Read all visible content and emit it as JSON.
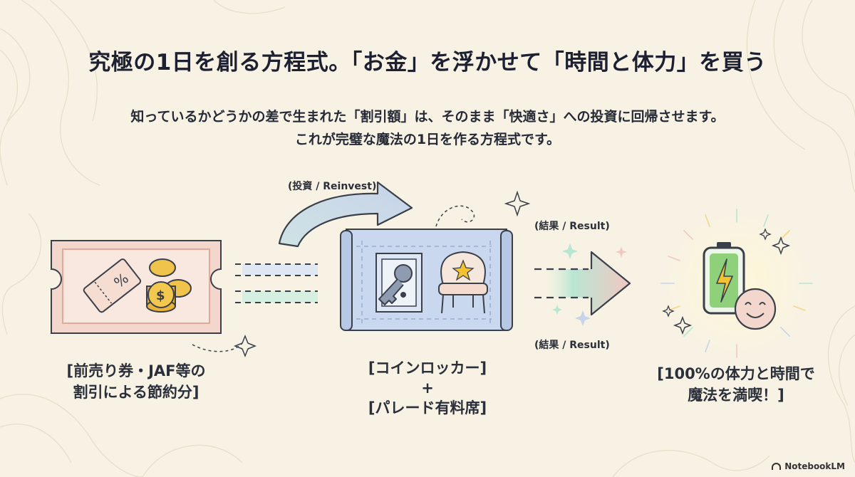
{
  "title": "究極の1日を創る方程式。「お金」を浮かせて「時間と体力」を買う",
  "subtitle": {
    "line1": "知っているかどうかの差で生まれた「割引額」は、そのまま「快適さ」への投資に回帰させます。",
    "line2": "これが完璧な魔法の1日を作る方程式です。"
  },
  "flow_labels": {
    "reinvest": "(投資 / Reinvest)",
    "result_top": "(結果 / Result)",
    "result_bottom": "(結果 / Result)"
  },
  "nodes": {
    "savings": {
      "line1": "[前売り券・JAF等の",
      "line2": "割引による節約分]",
      "icon": "discount-ticket-and-coins",
      "ticket_symbol": "%",
      "coin_symbol": "$"
    },
    "investment": {
      "line1": "[コインロッカー]",
      "operator": "+",
      "line2": "[パレード有料席]",
      "icon": "locker-and-throne-chair"
    },
    "result": {
      "line1": "[100%の体力と時間で",
      "line2": "魔法を満喫！]",
      "icon": "full-battery-and-smile"
    }
  },
  "brand": "NotebookLM",
  "colors": {
    "background": "#f7f2e4",
    "ticket_fill": "#f4d7cc",
    "blueprint_fill": "#c9d8ee",
    "arrow_gradient_start": "#b8e6d2",
    "arrow_gradient_end": "#f2c7c2",
    "battery_green": "#8fd07a",
    "bolt_yellow": "#f2c230",
    "text_dark": "#1f2430"
  }
}
